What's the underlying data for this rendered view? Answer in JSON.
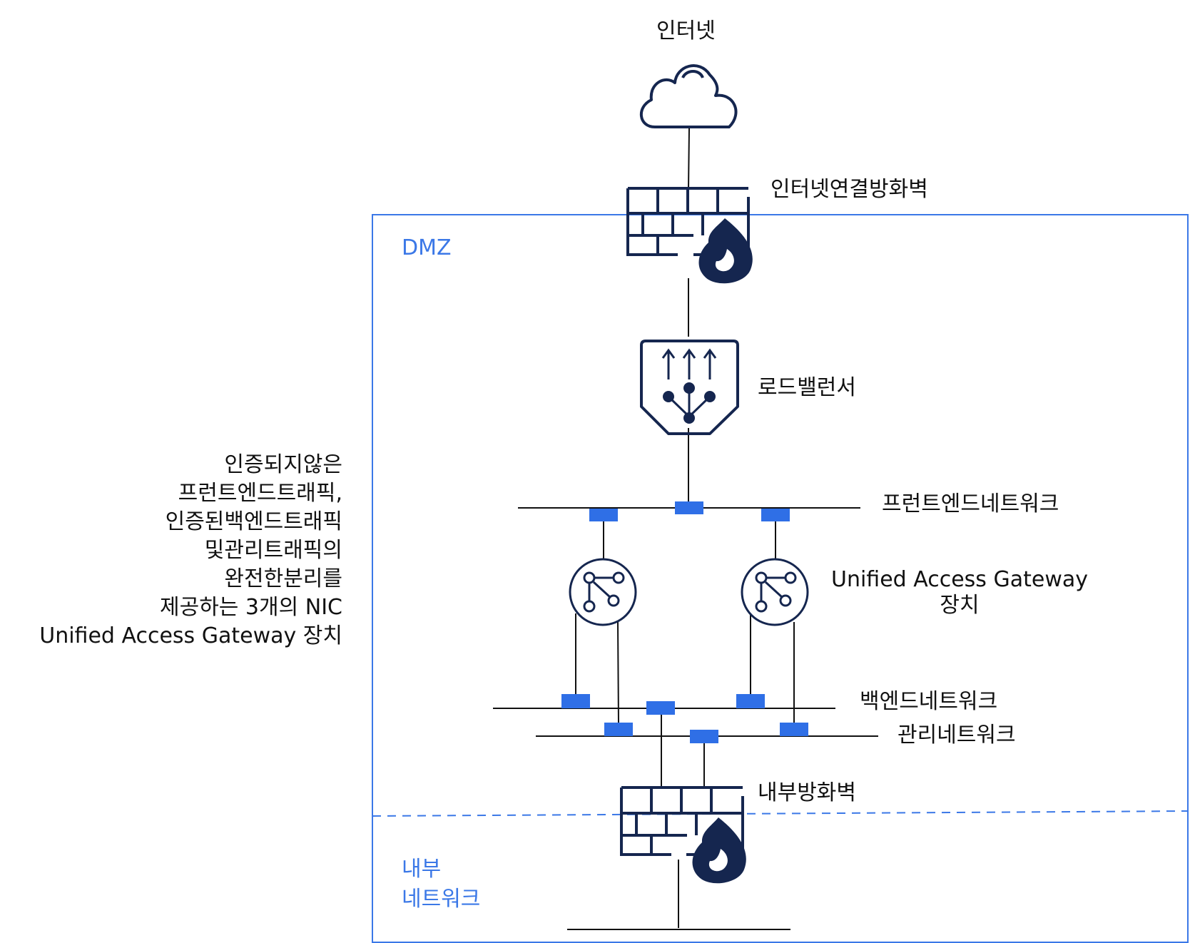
{
  "labels": {
    "internet": "인터넷",
    "internet_firewall": "인터넷연결방화벽",
    "dmz": "DMZ",
    "load_balancer": "로드밸런서",
    "frontend_network": "프런트엔드네트워크",
    "uag_device_line1": "Unified Access Gateway",
    "uag_device_line2": "장치",
    "backend_network": "백엔드네트워크",
    "management_network": "관리네트워크",
    "internal_firewall": "내부방화벽",
    "internal_network_line1": "내부",
    "internal_network_line2": "네트워크"
  },
  "description_lines": [
    "인증되지않은",
    "프런트엔드트래픽,",
    "인증된백엔드트래픽",
    "및관리트래픽의",
    "완전한분리를",
    "제공하는 3개의 NIC",
    "Unified Access Gateway 장치"
  ],
  "colors": {
    "zone_border": "#3b78e7",
    "port": "#2f6fe6",
    "icon": "#15264f",
    "line": "#111111"
  },
  "icons": [
    "cloud-icon",
    "firewall-icon",
    "load-balancer-icon",
    "uag-node-icon"
  ]
}
